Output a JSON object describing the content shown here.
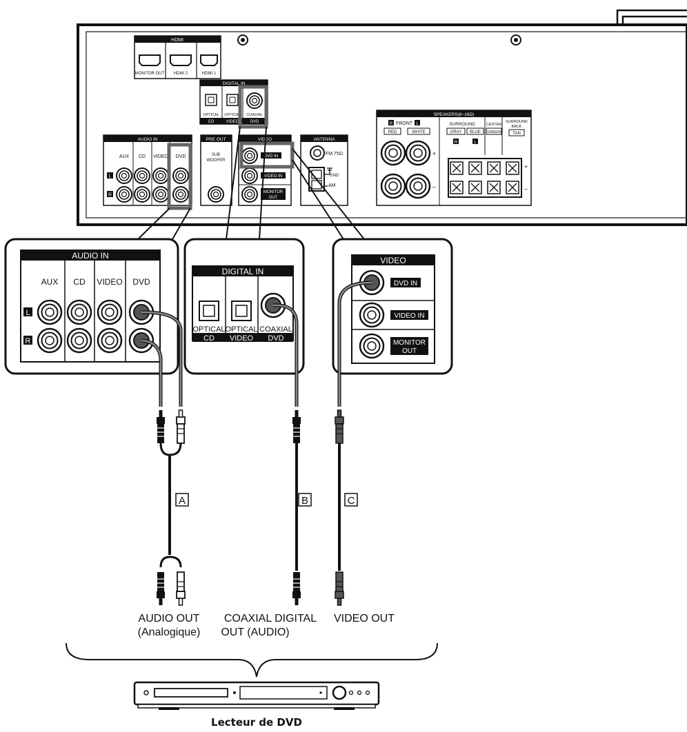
{
  "receiver": {
    "hdmi": {
      "header": "HDMI",
      "ports": [
        "MONITOR OUT",
        "HDMI 2",
        "HDMI 1"
      ]
    },
    "digital_in": {
      "header": "DIGITAL IN",
      "top": [
        "OPTICAL",
        "OPTICAL",
        "COAXIAL"
      ],
      "bottom": [
        "CD",
        "VIDEO",
        "DVD"
      ]
    },
    "audio_in": {
      "header": "AUDIO IN",
      "cols": [
        "AUX",
        "CD",
        "VIDEO",
        "DVD"
      ],
      "left": "L",
      "right": "R"
    },
    "pre_out": {
      "header": "PRE OUT",
      "label_1": "SUB",
      "label_2": "WOOFER"
    },
    "video": {
      "header": "VIDEO",
      "dvd_in": "DVD IN",
      "video_in": "VIDEO IN",
      "monitor_1": "MONITOR",
      "monitor_2": "OUT"
    },
    "antenna": {
      "header": "ANTENNA",
      "fm": "FM 75Ω",
      "gnd": "GND",
      "am": "AM"
    },
    "speakers": {
      "header": "SPEAKERS(6~16Ω)",
      "front_r": "R",
      "front": "FRONT",
      "front_l": "L",
      "red": "RED",
      "white": "WHITE",
      "surround": "SURROUND",
      "gray": "GRAY",
      "blue": "BLUE",
      "sur_r": "R",
      "sur_l": "L",
      "center": "CENTER",
      "green": "GREEN",
      "sb_1": "SURROUND",
      "sb_2": "BACK",
      "tan": "TAN",
      "plus": "+",
      "minus": "–"
    }
  },
  "zoom_audio": {
    "header": "AUDIO IN",
    "cols": [
      "AUX",
      "CD",
      "VIDEO",
      "DVD"
    ],
    "left": "L",
    "right": "R"
  },
  "zoom_digital": {
    "header": "DIGITAL IN",
    "top": [
      "OPTICAL",
      "OPTICAL",
      "COAXIAL"
    ],
    "bottom": [
      "CD",
      "VIDEO",
      "DVD"
    ]
  },
  "zoom_video": {
    "header": "VIDEO",
    "dvd_in": "DVD IN",
    "video_in": "VIDEO IN",
    "monitor_1": "MONITOR",
    "monitor_2": "OUT"
  },
  "cables": {
    "a": "A",
    "b": "B",
    "c": "C"
  },
  "outputs": {
    "audio_1": "AUDIO OUT",
    "audio_2": "(Analogique)",
    "coax_1": "COAXIAL DIGITAL",
    "coax_2": "OUT (AUDIO)",
    "video": "VIDEO OUT"
  },
  "device_label": "Lecteur de DVD"
}
